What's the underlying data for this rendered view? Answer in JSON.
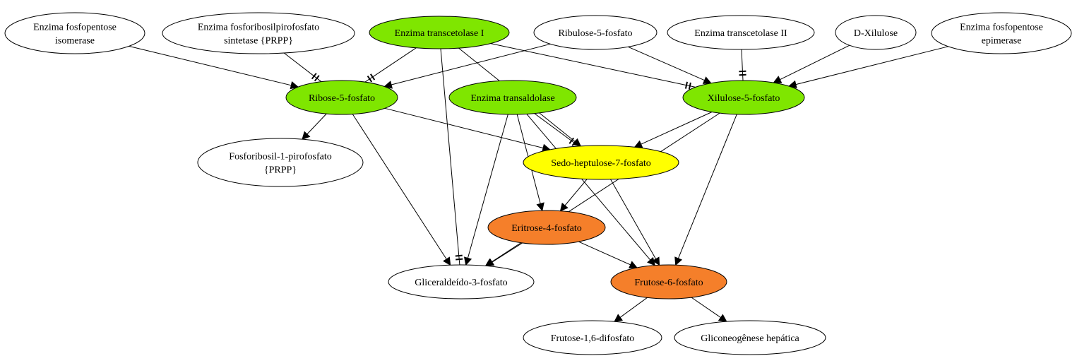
{
  "colors": {
    "green": "#7FE600",
    "yellow": "#FFFF00",
    "orange": "#F57F2A",
    "white": "#FFFFFF"
  },
  "nodes": {
    "enz_isomerase": {
      "lines": [
        "Enzima fosfopentose",
        "isomerase"
      ],
      "color": "white"
    },
    "enz_prpp_sint": {
      "lines": [
        "Enzima fosforibosilpirofosfato",
        "sintetase {PRPP}"
      ],
      "color": "white"
    },
    "enz_transcetolase1": {
      "lines": [
        "Enzima transcetolase I"
      ],
      "color": "green"
    },
    "ribulose5p": {
      "lines": [
        "Ribulose-5-fosfato"
      ],
      "color": "white"
    },
    "enz_transcetolase2": {
      "lines": [
        "Enzima transcetolase II"
      ],
      "color": "white"
    },
    "d_xilulose": {
      "lines": [
        "D-Xilulose"
      ],
      "color": "white"
    },
    "enz_epimerase": {
      "lines": [
        "Enzima fosfopentose",
        "epimerase"
      ],
      "color": "white"
    },
    "ribose5p": {
      "lines": [
        "Ribose-5-fosfato"
      ],
      "color": "green"
    },
    "enz_transaldolase": {
      "lines": [
        "Enzima transaldolase"
      ],
      "color": "green"
    },
    "xilulose5p": {
      "lines": [
        "Xilulose-5-fosfato"
      ],
      "color": "green"
    },
    "fosforibosil": {
      "lines": [
        "Fosforibosil-1-pirofosfato",
        "{PRPP}"
      ],
      "color": "white"
    },
    "sedoheptulose": {
      "lines": [
        "Sedo-heptulose-7-fosfato"
      ],
      "color": "yellow"
    },
    "eritrose": {
      "lines": [
        "Eritrose-4-fosfato"
      ],
      "color": "orange"
    },
    "gliceraldeido": {
      "lines": [
        "Gliceraldeído-3-fosfato"
      ],
      "color": "white"
    },
    "frutose6p": {
      "lines": [
        "Frutose-6-fosfato"
      ],
      "color": "orange"
    },
    "frutose16": {
      "lines": [
        "Frutose-1,6-difosfato"
      ],
      "color": "white"
    },
    "gliconeogenese": {
      "lines": [
        "Gliconeogênese hepática"
      ],
      "color": "white"
    }
  },
  "edges": [
    {
      "from": "enz_isomerase",
      "to": "ribose5p",
      "arrow": true
    },
    {
      "from": "enz_prpp_sint",
      "to": "ribose5p",
      "arrow": false,
      "inhibitor": true
    },
    {
      "from": "enz_transcetolase1",
      "to": "ribose5p",
      "arrow": false,
      "inhibitor": true
    },
    {
      "from": "ribulose5p",
      "to": "ribose5p",
      "arrow": true
    },
    {
      "from": "enz_transcetolase1",
      "to": "xilulose5p",
      "arrow": false,
      "inhibitor": true
    },
    {
      "from": "enz_transcetolase1",
      "to": "sedoheptulose",
      "arrow": true
    },
    {
      "from": "enz_transcetolase1",
      "to": "gliceraldeido",
      "arrow": false,
      "inhibitor": true
    },
    {
      "from": "ribulose5p",
      "to": "xilulose5p",
      "arrow": true
    },
    {
      "from": "enz_transcetolase2",
      "to": "xilulose5p",
      "arrow": false,
      "inhibitor": true
    },
    {
      "from": "d_xilulose",
      "to": "xilulose5p",
      "arrow": true
    },
    {
      "from": "enz_epimerase",
      "to": "xilulose5p",
      "arrow": true
    },
    {
      "from": "ribose5p",
      "to": "fosforibosil",
      "arrow": true
    },
    {
      "from": "ribose5p",
      "to": "sedoheptulose",
      "arrow": true
    },
    {
      "from": "ribose5p",
      "to": "gliceraldeido",
      "arrow": true
    },
    {
      "from": "enz_transaldolase",
      "to": "sedoheptulose",
      "arrow": false,
      "inhibitor": true
    },
    {
      "from": "enz_transaldolase",
      "to": "eritrose",
      "arrow": true
    },
    {
      "from": "enz_transaldolase",
      "to": "gliceraldeido",
      "arrow": true
    },
    {
      "from": "enz_transaldolase",
      "to": "frutose6p",
      "arrow": true
    },
    {
      "from": "xilulose5p",
      "to": "sedoheptulose",
      "arrow": true
    },
    {
      "from": "xilulose5p",
      "to": "gliceraldeido",
      "arrow": true
    },
    {
      "from": "xilulose5p",
      "to": "frutose6p",
      "arrow": true
    },
    {
      "from": "sedoheptulose",
      "to": "eritrose",
      "arrow": true
    },
    {
      "from": "sedoheptulose",
      "to": "frutose6p",
      "arrow": true
    },
    {
      "from": "eritrose",
      "to": "gliceraldeido",
      "arrow": true
    },
    {
      "from": "eritrose",
      "to": "frutose6p",
      "arrow": true
    },
    {
      "from": "frutose6p",
      "to": "frutose16",
      "arrow": true
    },
    {
      "from": "frutose6p",
      "to": "gliconeogenese",
      "arrow": true
    }
  ]
}
